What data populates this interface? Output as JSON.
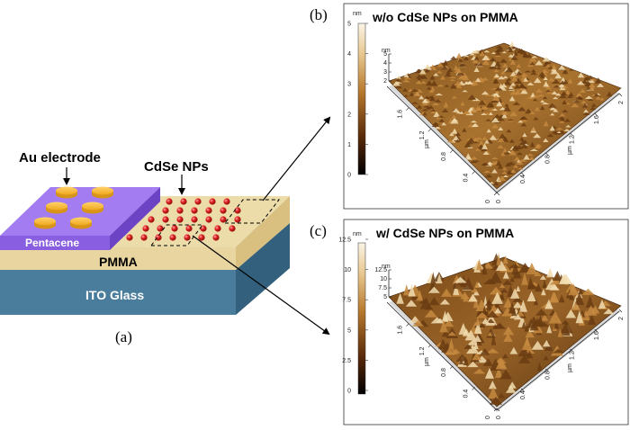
{
  "device": {
    "au_electrode_label": "Au electrode",
    "cdse_label": "CdSe NPs",
    "pentacene_label": "Pentacene",
    "pmma_label": "PMMA",
    "ito_label": "ITO Glass",
    "panel_label": "(a)"
  },
  "afm_b": {
    "panel_label": "(b)",
    "title": "w/o CdSe NPs on PMMA",
    "scale_unit": "nm",
    "scale_ticks": [
      "5",
      "4",
      "3",
      "2",
      "1",
      "0"
    ],
    "z_unit": "nm",
    "z_ticks": [
      "5",
      "4",
      "3",
      "2"
    ],
    "x_unit": "µm",
    "x_ticks": [
      "0",
      "0.4",
      "0.8",
      "1.2",
      "1.6",
      "2"
    ],
    "y_unit": "µm",
    "y_ticks": [
      "0",
      "0.4",
      "0.8",
      "1.2",
      "1.6"
    ]
  },
  "afm_c": {
    "panel_label": "(c)",
    "title": "w/ CdSe NPs on PMMA",
    "scale_unit": "nm",
    "scale_ticks": [
      "12.5",
      "10",
      "7.5",
      "5",
      "2.5",
      "0"
    ],
    "z_unit": "nm",
    "z_ticks": [
      "12.5",
      "10",
      "7.5",
      "5"
    ],
    "x_unit": "µm",
    "x_ticks": [
      "0",
      "0.4",
      "0.8",
      "1.2",
      "1.6",
      "2"
    ],
    "y_unit": "µm",
    "y_ticks": [
      "0",
      "0.4",
      "0.8",
      "1.2",
      "1.6"
    ]
  },
  "colors": {
    "pentacene": "#9b6fe8",
    "pmma": "#e8d5a0",
    "ito": "#4a7d9c",
    "au": "#f2b233",
    "nanoparticle": "#d62020",
    "afm_dark": "#3b1f0a",
    "afm_light": "#f2ddb0"
  }
}
